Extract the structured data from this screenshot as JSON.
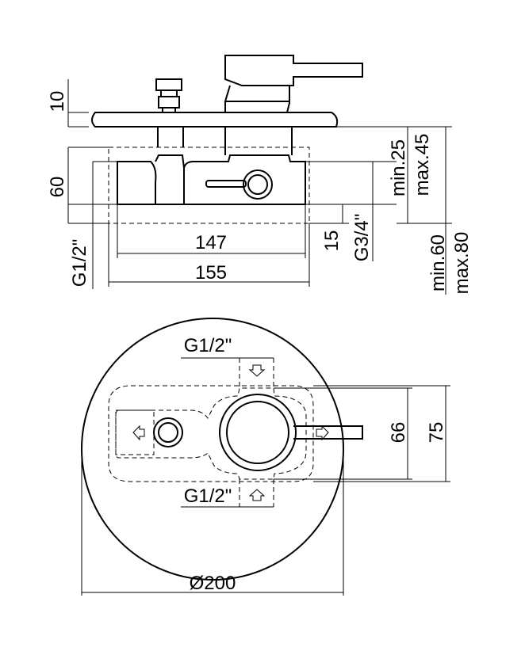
{
  "dimensions": {
    "top_view": {
      "plate_thickness": "10",
      "body_height": "60",
      "body_width": "147",
      "box_width": "155",
      "bottom_depth": "15",
      "outlet_thread": "G3/4\"",
      "inlet_thread": "G1/2\"",
      "protrusion_min": "min.25",
      "protrusion_max": "max.45",
      "depth_min": "min.60",
      "depth_max": "max.80"
    },
    "front_view": {
      "inlet_top": "G1/2\"",
      "inlet_bottom": "G1/2\"",
      "inner_height": "66",
      "outer_height": "75",
      "diameter": "Ø200"
    }
  }
}
